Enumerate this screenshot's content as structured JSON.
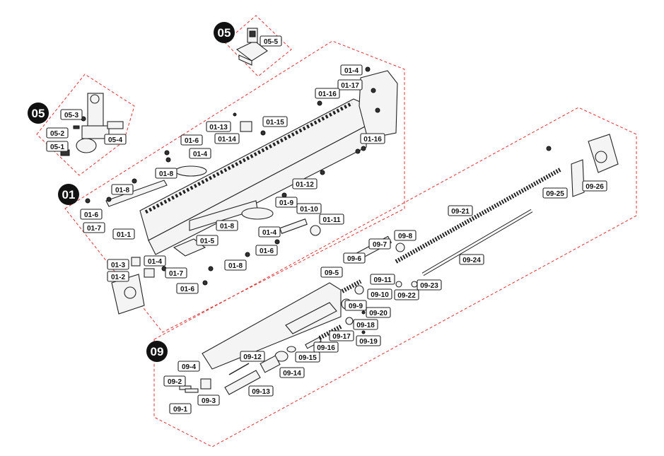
{
  "group_badges": {
    "g05_top": "05",
    "g05_left": "05",
    "g01": "01",
    "g09": "09"
  },
  "part_labels": {
    "p05_5": "05-5",
    "p05_3": "05-3",
    "p05_2": "05-2",
    "p05_1": "05-1",
    "p05_4": "05-4",
    "p01_4a": "01-4",
    "p01_17": "01-17",
    "p01_16a": "01-16",
    "p01_13": "01-13",
    "p01_15": "01-15",
    "p01_14": "01-14",
    "p01_16b": "01-16",
    "p01_6a": "01-6",
    "p01_4b": "01-4",
    "p01_8a": "01-8",
    "p01_12": "01-12",
    "p01_8b": "01-8",
    "p01_6b": "01-6",
    "p01_7a": "01-7",
    "p01_9": "01-9",
    "p01_10": "01-10",
    "p01_11": "01-11",
    "p01_1": "01-1",
    "p01_8c": "01-8",
    "p01_4c": "01-4",
    "p01_5": "01-5",
    "p01_6c": "01-6",
    "p01_4d": "01-4",
    "p01_3": "01-3",
    "p01_8d": "01-8",
    "p01_7b": "01-7",
    "p01_2": "01-2",
    "p01_6d": "01-6",
    "p09_21": "09-21",
    "p09_25": "09-25",
    "p09_26": "09-26",
    "p09_8": "09-8",
    "p09_7": "09-7",
    "p09_6": "09-6",
    "p09_24": "09-24",
    "p09_5": "09-5",
    "p09_11": "09-11",
    "p09_10": "09-10",
    "p09_23": "09-23",
    "p09_22": "09-22",
    "p09_9": "09-9",
    "p09_20": "09-20",
    "p09_18": "09-18",
    "p09_17": "09-17",
    "p09_19": "09-19",
    "p09_16": "09-16",
    "p09_15": "09-15",
    "p09_12": "09-12",
    "p09_4": "09-4",
    "p09_14": "09-14",
    "p09_2": "09-2",
    "p09_13": "09-13",
    "p09_3": "09-3",
    "p09_1": "09-1"
  },
  "colors": {
    "group_outline": "#d33333",
    "badge_fill": "#111111",
    "label_border": "#222222"
  }
}
